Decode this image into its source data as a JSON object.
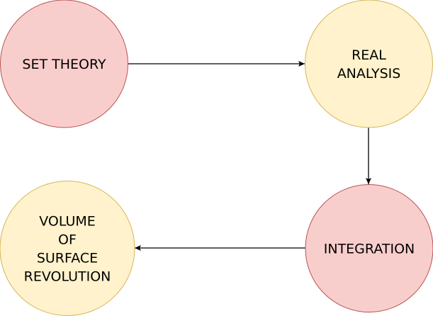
{
  "diagram": {
    "nodes": [
      {
        "id": "set-theory",
        "lines": [
          "SET THEORY"
        ],
        "fill": "#f8cecc",
        "stroke": "#b85450"
      },
      {
        "id": "real-analysis",
        "lines": [
          "REAL",
          "ANALYSIS"
        ],
        "fill": "#fff2cc",
        "stroke": "#d6b656"
      },
      {
        "id": "integration",
        "lines": [
          "INTEGRATION"
        ],
        "fill": "#f8cecc",
        "stroke": "#b85450"
      },
      {
        "id": "volume-of-surface-revolution",
        "lines": [
          "VOLUME",
          "OF",
          "SURFACE",
          "REVOLUTION"
        ],
        "fill": "#fff2cc",
        "stroke": "#d6b656"
      }
    ],
    "edges": [
      {
        "from": "set-theory",
        "to": "real-analysis"
      },
      {
        "from": "real-analysis",
        "to": "integration"
      },
      {
        "from": "integration",
        "to": "volume-of-surface-revolution"
      }
    ],
    "edge_color": "#000000"
  }
}
